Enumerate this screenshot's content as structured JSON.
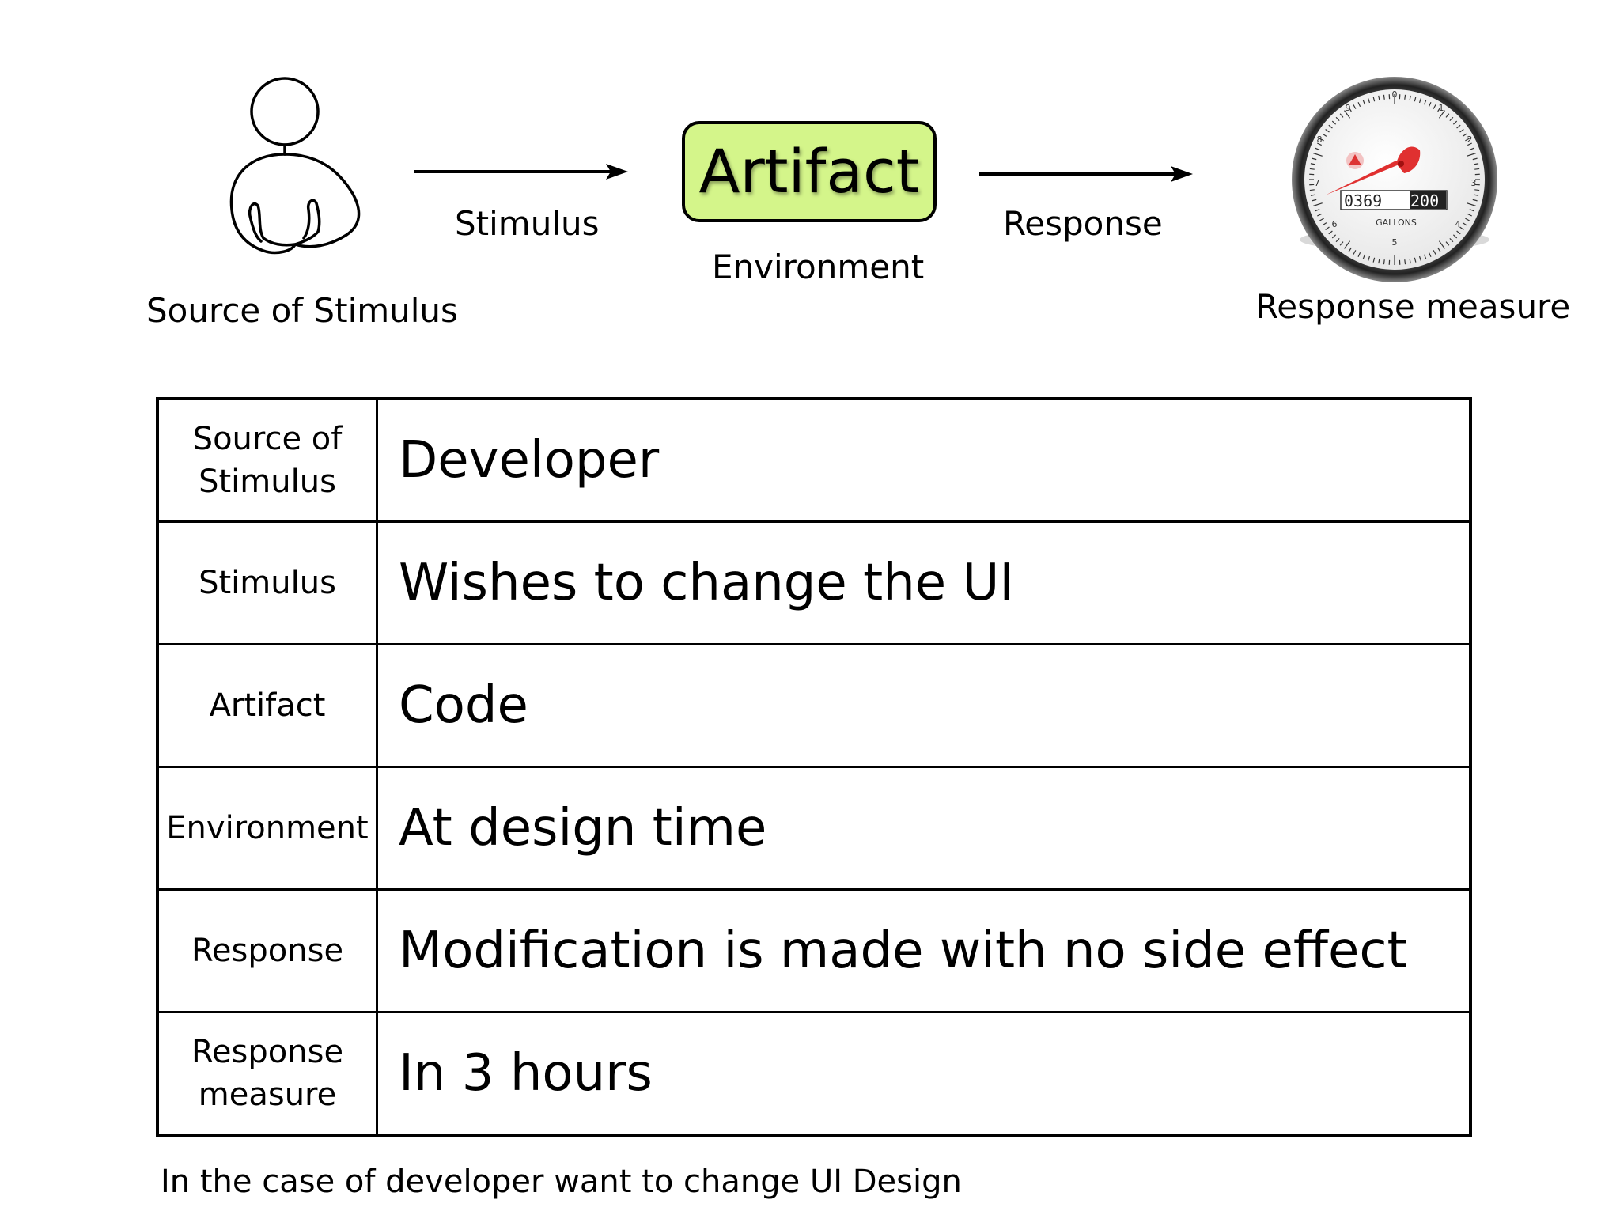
{
  "diagram": {
    "source_label": "Source of Stimulus",
    "stimulus_label": "Stimulus",
    "artifact_label": "Artifact",
    "environment_label": "Environment",
    "response_label": "Response",
    "measure_label": "Response measure",
    "artifact_fill": "#d4f58a",
    "gauge": {
      "dial_numbers": [
        "0",
        "1",
        "2",
        "3",
        "4",
        "5",
        "6",
        "7",
        "8",
        "9"
      ],
      "counter": "0369",
      "counter_highlight": "200",
      "units": "GALLONS",
      "needle_color": "#e03030"
    },
    "icons": [
      "person-icon",
      "arrow-icon",
      "gauge-icon"
    ]
  },
  "table": {
    "rows": [
      {
        "key": "Source of\nStimulus",
        "value": "Developer"
      },
      {
        "key": "Stimulus",
        "value": "Wishes to change the UI"
      },
      {
        "key": "Artifact",
        "value": "Code"
      },
      {
        "key": "Environment",
        "value": "At design time"
      },
      {
        "key": "Response",
        "value": "Modification is made with no side effect"
      },
      {
        "key": "Response\nmeasure",
        "value": "In 3 hours"
      }
    ]
  },
  "caption": "In the case of developer want to change UI Design"
}
